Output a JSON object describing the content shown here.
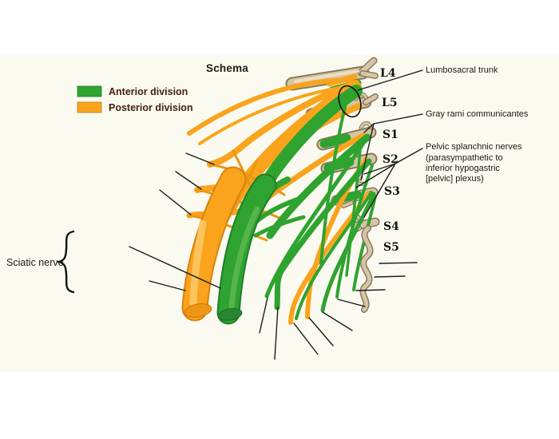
{
  "title": "Schema",
  "legend": {
    "anterior_label": "Anterior division",
    "posterior_label": "Posterior division",
    "anterior_color": "#2fa32f",
    "posterior_color": "#f9a41c"
  },
  "roots": {
    "l4": "L4",
    "l5": "L5",
    "s1": "S1",
    "s2": "S2",
    "s3": "S3",
    "s4": "S4",
    "s5": "S5"
  },
  "annotations": {
    "lumbosacral_trunk": "Lumbosacral trunk",
    "gray_rami": "Gray rami communicantes",
    "pelvic_l1": "Pelvic splanchnic nerves",
    "pelvic_l2": "(parasympathetic to",
    "pelvic_l3": "inferior hypogastric",
    "pelvic_l4": "[pelvic] plexus)",
    "sciatic_nerve": "Sciatic nerve"
  },
  "colors": {
    "anterior_green": "#2fa32f",
    "green_dark": "#1f7d2c",
    "posterior_orange": "#f9a41c",
    "orange_dark": "#d9820f",
    "nerve_root_tan": "#d5c6a8",
    "root_outline": "#8a7858",
    "leader_line": "#1c1c1c",
    "page_background": "#fbfaf1"
  }
}
